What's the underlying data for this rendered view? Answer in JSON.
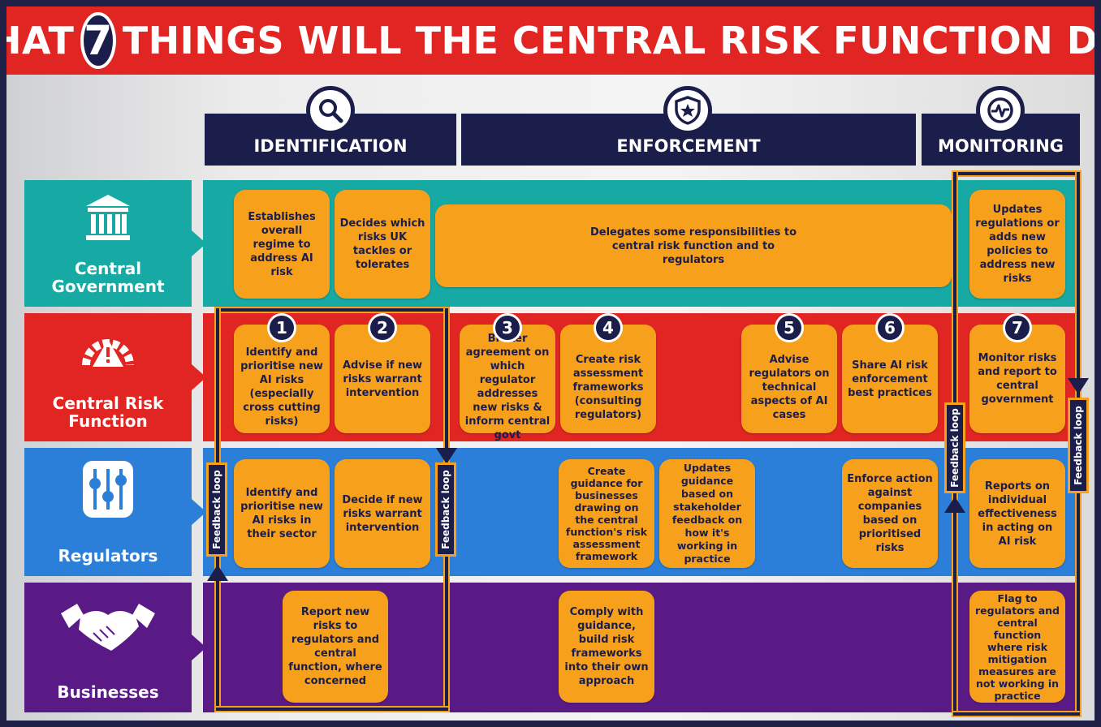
{
  "title": {
    "prefix": "WHAT",
    "number": "7",
    "suffix": "THINGS WILL THE CENTRAL RISK FUNCTION DO?"
  },
  "columns": {
    "identification": "IDENTIFICATION",
    "enforcement": "ENFORCEMENT",
    "monitoring": "MONITORING"
  },
  "rows": {
    "government": "Central Government",
    "crf": "Central Risk Function",
    "regulators": "Regulators",
    "businesses": "Businesses"
  },
  "boxes": {
    "gov_regime": "Establishes overall regime to address AI risk",
    "gov_decides": "Decides which risks UK tackles or tolerates",
    "gov_delegates": "Delegates some responsibilities to central risk function and to regulators",
    "gov_updates": "Updates regulations or adds new policies to address new risks",
    "crf_1": "Identify and prioritise new AI risks (especially cross cutting risks)",
    "crf_2": "Advise if new risks warrant intervention",
    "crf_3": "Broker agreement on which regulator addresses new risks & inform central govt",
    "crf_4": "Create risk assessment frameworks (consulting regulators)",
    "crf_5": "Advise regulators on technical aspects of AI cases",
    "crf_6": "Share AI risk enforcement best practices",
    "crf_7": "Monitor risks and report to central government",
    "reg_identify": "Identify and prioritise new AI risks in their sector",
    "reg_decide": "Decide if new risks warrant intervention",
    "reg_guidance": "Create guidance for businesses drawing on the central function's risk assessment framework",
    "reg_updates": "Updates guidance based on stakeholder feedback on how it's working in practice",
    "reg_enforce": "Enforce action against companies based on prioritised risks",
    "reg_reports": "Reports on individual effectiveness in acting on AI risk",
    "biz_report": "Report new risks to regulators and central function, where concerned",
    "biz_comply": "Comply with guidance, build risk frameworks into their own approach",
    "biz_flag": "Flag to regulators and central function where risk mitigation measures are not working in practice"
  },
  "badges": [
    "1",
    "2",
    "3",
    "4",
    "5",
    "6",
    "7"
  ],
  "feedback_label": "Feedback loop",
  "icons": {
    "identification": "magnifier-icon",
    "enforcement": "shield-star-icon",
    "monitoring": "pulse-icon",
    "government": "government-building-icon",
    "crf": "warning-gauge-icon",
    "regulators": "sliders-icon",
    "businesses": "handshake-icon"
  },
  "colors": {
    "title_red": "#e02522",
    "navy": "#1b1d4a",
    "government_teal": "#17a9a3",
    "crf_red": "#e02522",
    "regulators_blue": "#2b7fd8",
    "businesses_purple": "#5a1a86",
    "box_orange": "#f7a01c"
  }
}
